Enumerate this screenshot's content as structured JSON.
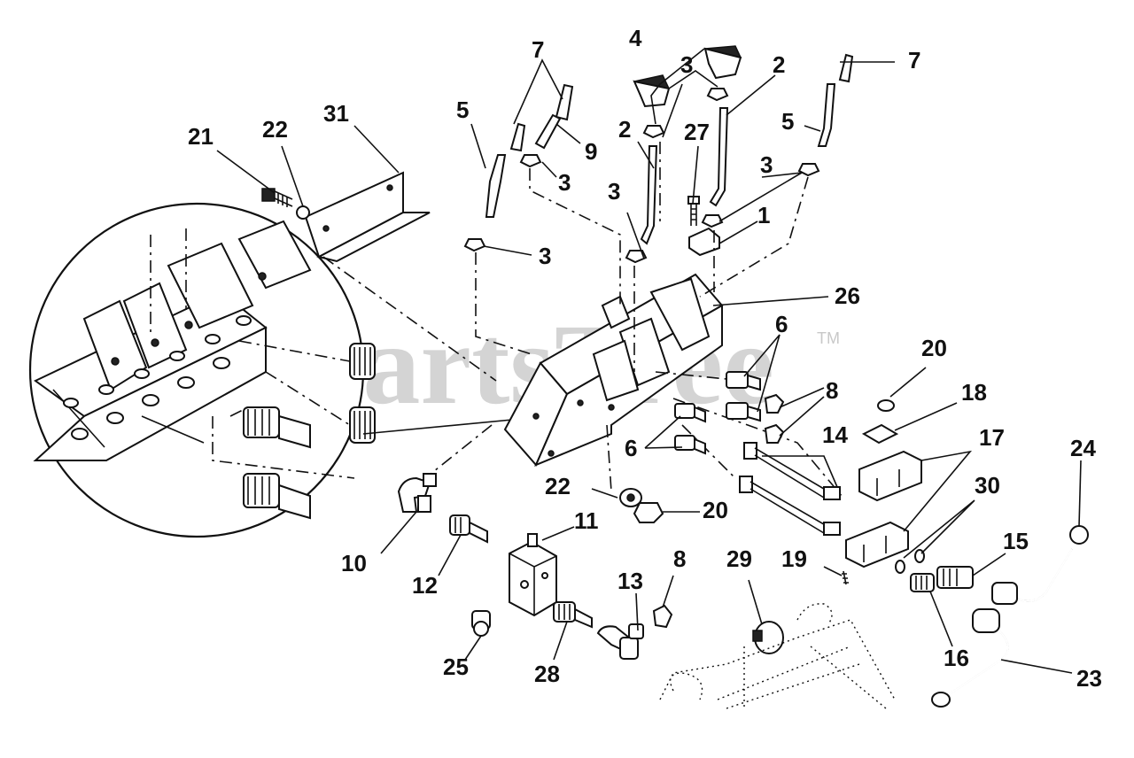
{
  "watermark": {
    "text": "PartsTree",
    "tm": "TM"
  },
  "callouts": [
    "1",
    "2",
    "2",
    "3",
    "3",
    "3",
    "3",
    "3",
    "3",
    "4",
    "5",
    "5",
    "6",
    "6",
    "7",
    "7",
    "8",
    "8",
    "9",
    "10",
    "11",
    "12",
    "13",
    "14",
    "15",
    "16",
    "17",
    "18",
    "19",
    "20",
    "20",
    "21",
    "22",
    "22",
    "23",
    "24",
    "25",
    "26",
    "27",
    "28",
    "29",
    "30",
    "31"
  ]
}
